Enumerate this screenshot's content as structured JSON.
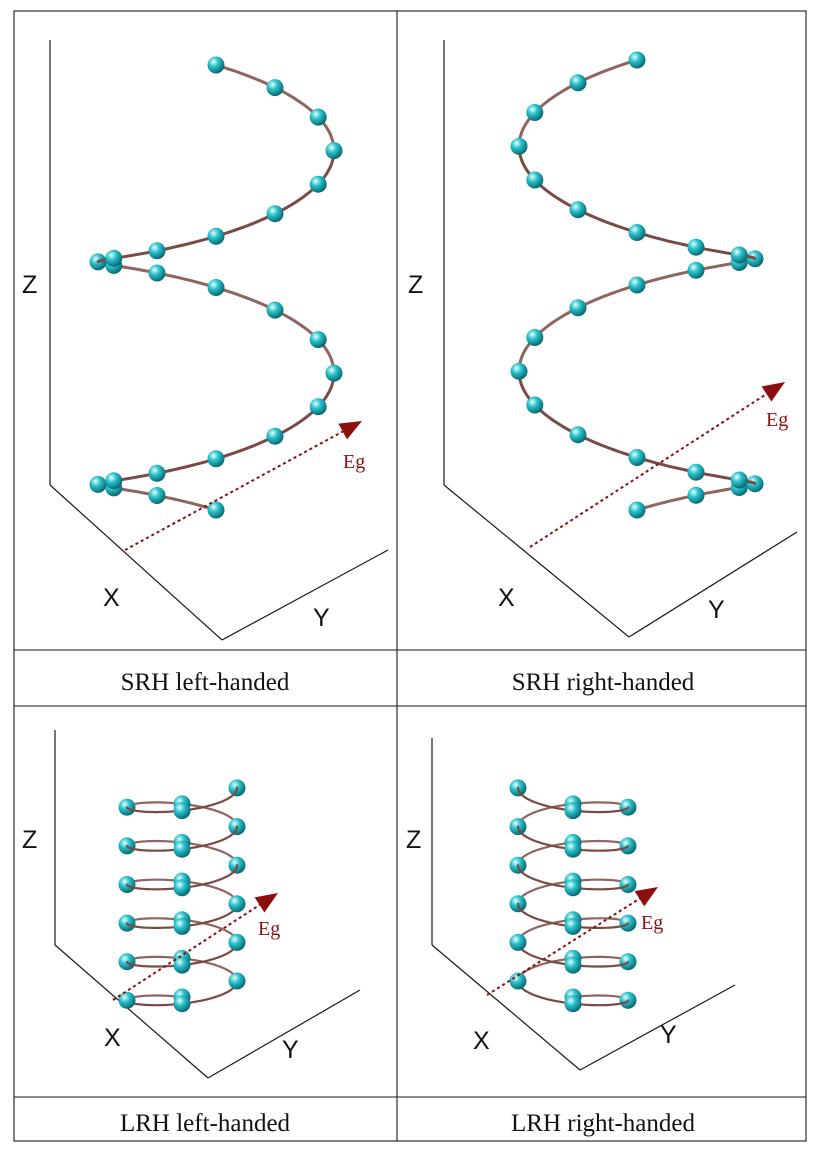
{
  "colors": {
    "helix": "#7a4a44",
    "bead": "#2cc3cc",
    "bead_dark": "#066770",
    "bead_light": "#e6ffff",
    "vector": "#8b0f0f"
  },
  "panels": [
    {
      "id": "srh-left",
      "caption": "SRH left-handed",
      "axes": {
        "x": "X",
        "y": "Y",
        "z": "Z"
      },
      "vector_label": "Eg"
    },
    {
      "id": "srh-right",
      "caption": "SRH right-handed",
      "axes": {
        "x": "X",
        "y": "Y",
        "z": "Z"
      },
      "vector_label": "Eg"
    },
    {
      "id": "lrh-left",
      "caption": "LRH left-handed",
      "axes": {
        "x": "X",
        "y": "Y",
        "z": "Z"
      },
      "vector_label": "Eg"
    },
    {
      "id": "lrh-right",
      "caption": "LRH right-handed",
      "axes": {
        "x": "X",
        "y": "Y",
        "z": "Z"
      },
      "vector_label": "Eg"
    }
  ]
}
